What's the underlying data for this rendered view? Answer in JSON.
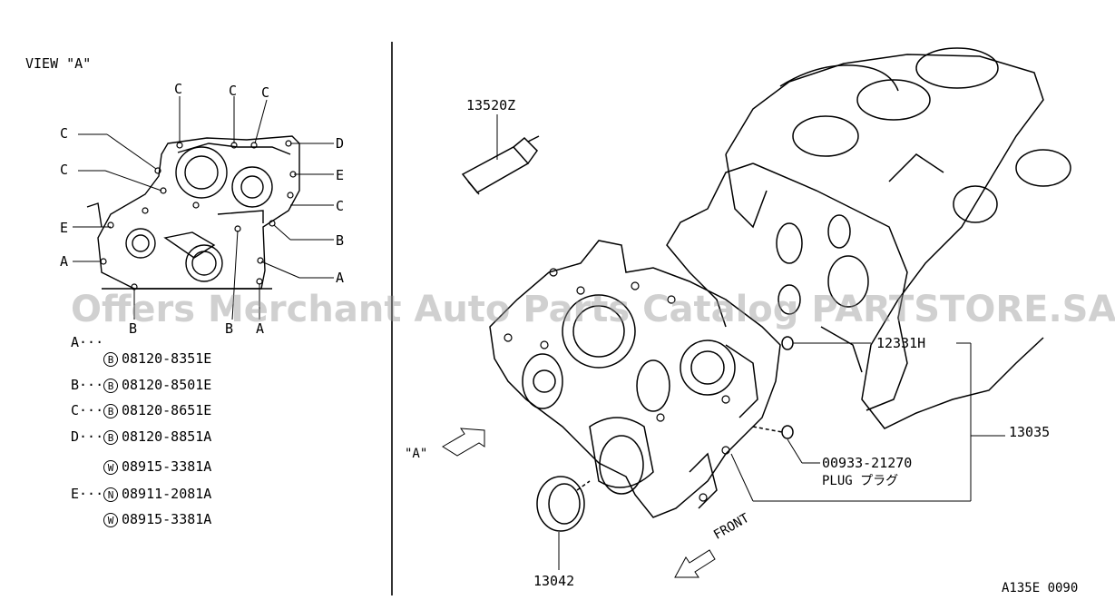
{
  "view_title": "VIEW \"A\"",
  "view_a_callouts": {
    "top_c1": "C",
    "top_c2": "C",
    "top_c3": "C",
    "left_c1": "C",
    "left_c2": "C",
    "right_d": "D",
    "right_e": "E",
    "right_c": "C",
    "right_b": "B",
    "right_a": "A",
    "left_e": "E",
    "left_a": "A",
    "bottom_b1": "B",
    "bottom_b2": "B",
    "bottom_a": "A"
  },
  "bolt_legend": [
    {
      "key": "A···",
      "badge": "B",
      "part": "08120-8351E"
    },
    {
      "key": "B···",
      "badge": "B",
      "part": "08120-8501E"
    },
    {
      "key": "C···",
      "badge": "B",
      "part": "08120-8651E"
    },
    {
      "key": "D···",
      "badge": "B",
      "part": "08120-8851A"
    },
    {
      "key": "",
      "badge": "W",
      "part": "08915-3381A"
    },
    {
      "key": "E···",
      "badge": "N",
      "part": "08911-2081A"
    },
    {
      "key": "",
      "badge": "W",
      "part": "08915-3381A"
    }
  ],
  "parts": {
    "sealant": "13520Z",
    "dowel": "12331H",
    "front_cover": "13035",
    "plug_number": "00933-21270",
    "plug_label": "PLUG プラグ",
    "oil_seal": "13042"
  },
  "view_marker": "\"A\"",
  "front_label": "FRONT",
  "diagram_code": "A135E 0090",
  "watermark": "Offers Merchant Auto Parts Catalog PARTSTORE.SA"
}
